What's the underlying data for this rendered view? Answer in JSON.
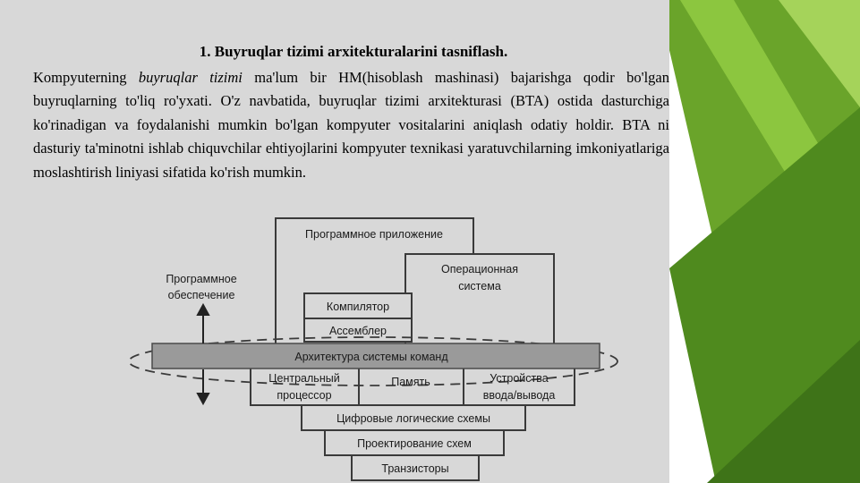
{
  "slide": {
    "title": "1. Buyruqlar tizimi arxitekturalarini tasniflash.",
    "paragraph": {
      "lead": "Kompyuterning ",
      "term": "buyruqlar tizimi",
      "body": " ma'lum bir HM(hisoblash mashinasi) bajarishga qodir bo'lgan buyruqlarning to'liq ro'yxati. O'z navbatida, buyruqlar tizimi arxitekturasi (BTA) ostida dasturchiga ko'rinadigan va foydalanishi mumkin bo'lgan kompyuter vositalarini aniqlash odatiy holdir. BTA ni dasturiy ta'minotni ishlab chiquvchilar ehtiyojlarini kompyuter texnikasi yaratuvchilarning imkoniyatlariga moslashtirish liniyasi sifatida ko'rish mumkin."
    }
  },
  "diagram": {
    "app": "Программное приложение",
    "os_line1": "Операционная",
    "os_line2": "система",
    "compiler": "Компилятор",
    "assembler": "Ассемблер",
    "isa": "Архитектура системы команд",
    "cpu_line1": "Центральный",
    "cpu_line2": "процессор",
    "memory": "Память",
    "io_line1": "Устройства",
    "io_line2": "ввода/вывода",
    "logic": "Цифровые логические схемы",
    "design": "Проектирование схем",
    "transistors": "Транзисторы",
    "software_line1": "Программное",
    "software_line2": "обеспечение"
  },
  "colors": {
    "accent_green": "#7ab639",
    "dark_green": "#4f8a1e"
  }
}
